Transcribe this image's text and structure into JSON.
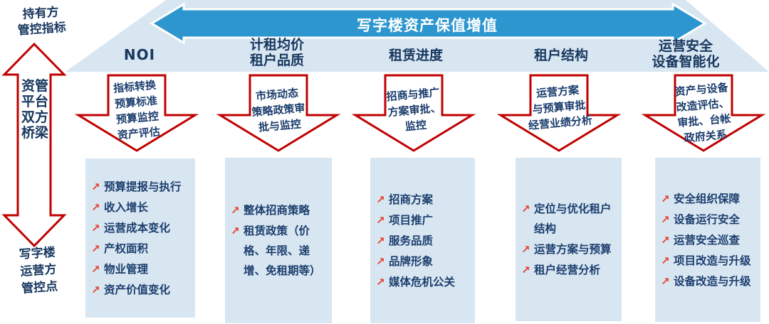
{
  "banner": {
    "title": "写字楼资产保值增值"
  },
  "left": {
    "top_label": [
      "持有方",
      "管控指标"
    ],
    "axis_label": [
      "资管",
      "平台",
      "双方",
      "桥梁"
    ],
    "bottom_label": [
      "写字楼",
      "运营方",
      "管控点"
    ]
  },
  "columns": [
    {
      "header": [
        "NOI"
      ],
      "arrow_text": [
        "指标转换",
        "预算标准",
        "预算监控",
        "资产评估"
      ],
      "items": [
        "预算提报与执行",
        "收入增长",
        "运营成本变化",
        "产权面积",
        "物业管理",
        "资产价值变化"
      ]
    },
    {
      "header": [
        "计租均价",
        "租户品质"
      ],
      "arrow_text": [
        "市场动态",
        "策略政策审",
        "批与监控"
      ],
      "items": [
        "整体招商策略",
        "租赁政策（价格、年限、递增、免租期等）"
      ]
    },
    {
      "header": [
        "租赁进度"
      ],
      "arrow_text": [
        "招商与推广",
        "方案审批、",
        "监控"
      ],
      "items": [
        "招商方案",
        "项目推广",
        "服务品质",
        "品牌形象",
        "媒体危机公关"
      ]
    },
    {
      "header": [
        "租户结构"
      ],
      "arrow_text": [
        "运营方案",
        "与预算审批",
        "经营业绩分析"
      ],
      "items": [
        "定位与优化租户结构",
        "运营方案与预算",
        "租户经营分析"
      ]
    },
    {
      "header": [
        "运营安全",
        "设备智能化"
      ],
      "arrow_text": [
        "资产与设备",
        "改造评估、",
        "审批、台帐",
        "政府关系"
      ],
      "items": [
        "安全组织保障",
        "设备运行安全",
        "运营安全巡查",
        "项目改造与升级",
        "设备改造与升级"
      ]
    }
  ],
  "bullet_glyph": "↗",
  "colors": {
    "banner_bg": "#d8e6f2",
    "title_arrow_blue": "#2d96cf",
    "navy_text": "#17375e",
    "red_outline": "#c00000",
    "bullet_red": "#e8402f",
    "box_bg": "#d8e6f2",
    "title_text": "#ffffff"
  }
}
